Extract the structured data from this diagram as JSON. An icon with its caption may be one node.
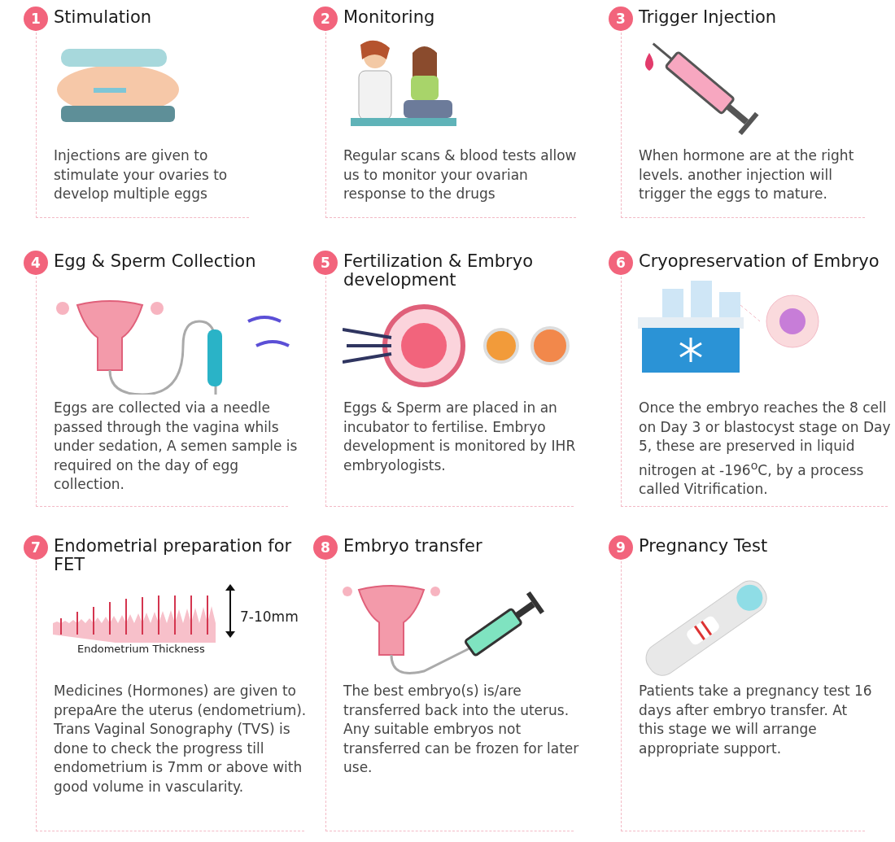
{
  "diagram": {
    "nodes": [
      {
        "text": [
          "Stimulation",
          "Injections are given to stimulate your ovaries to develop multiple eggs"
        ]
      },
      {
        "text": [
          "1"
        ],
        "in": 0
      },
      {
        "text": [
          "Monitoring",
          "Regular scans & blood tests allow us to monitor your ovarian response to the drugs"
        ]
      },
      {
        "text": [
          "2"
        ],
        "in": 2
      },
      {
        "text": [
          "Trigger Injection",
          "When hormone are at the right levels. another injection will trigger the eggs to mature."
        ]
      },
      {
        "text": [
          "3"
        ],
        "in": 4
      },
      {
        "text": [
          "Egg & Sperm Collection",
          "Eggs are collected via a needle passed through the vagina whils under sedation, A semen sample is required on the day of egg collection."
        ]
      },
      {
        "text": [
          "4"
        ],
        "in": 6
      },
      {
        "text": [
          "Fertilization & Embryo development",
          "Eggs & Sperm are placed in an incubator to fertilise. Embryo development is monitored by IHR embryologists."
        ]
      },
      {
        "text": [
          "5"
        ],
        "in": 8
      },
      {
        "text": [
          "Cryopreservation of Embryo",
          "Once the embryo reaches the 8 cell on Day 3 or blastocyst stage on Day 5, these are preserved in liquid nitrogen at -196$^{o}$C, by a process called Vitrification."
        ]
      },
      {
        "text": [
          "6"
        ],
        "in": 10
      },
      {
        "text": [
          "Endometrial preparation for FET",
          "Medicines (Hormones) are given to prepaAre the uterus (endometrium). Trans Vaginal Sonography (TVS) is done to check the progress till endometrium is 7mm or above with good volume in vascularity."
        ]
      },
      {
        "text": [
          "7"
        ],
        "in": 12
      },
      {
        "text": [
          "Embryo transfer",
          "The best embryo(s) is/are transferred back into the uterus. Any suitable embryos not transferred can be frozen for later use."
        ]
      },
      {
        "text": [
          "8"
        ],
        "in": 14
      },
      {
        "text": [
          "Pregnancy Test",
          "Patients take a pregnancy test 16 days after embryo transfer. At this stage we will arrange appropriate support."
        ]
      },
      {
        "text": [
          "9"
        ],
        "in": 16
      }
    ],
    "labels": [
      "7-10mm",
      "Endometrium Thickness"
    ]
  }
}
